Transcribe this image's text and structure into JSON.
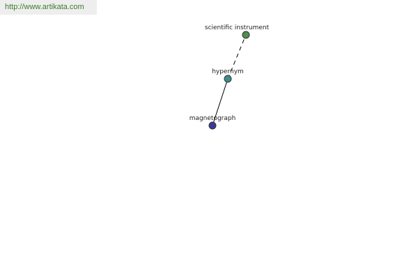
{
  "banner": {
    "url": "http://www.artikata.com"
  },
  "graph": {
    "nodes": [
      {
        "id": "scientific-instrument",
        "label": "scientific instrument",
        "color": "#4e8f4e"
      },
      {
        "id": "hypernym",
        "label": "hypernym",
        "color": "#3f8c8c"
      },
      {
        "id": "magnetograph",
        "label": "magnetograph",
        "color": "#3a3a9a"
      }
    ],
    "edges": [
      {
        "from": "hypernym",
        "to": "scientific-instrument",
        "style": "dashed"
      },
      {
        "from": "magnetograph",
        "to": "hypernym",
        "style": "solid"
      }
    ]
  }
}
